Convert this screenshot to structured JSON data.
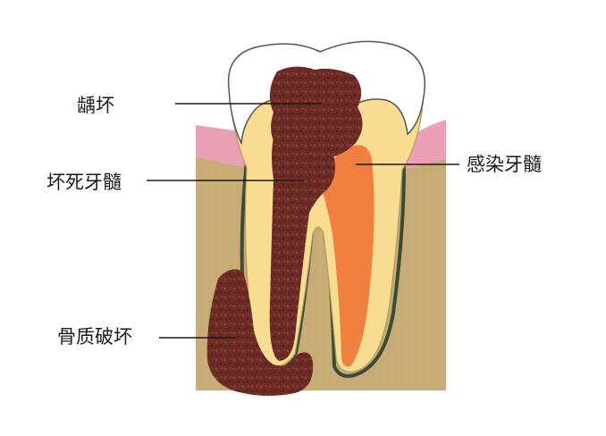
{
  "labels": {
    "caries": "龋坏",
    "necrotic_pulp": "坏死牙髓",
    "infected_pulp": "感染牙髓",
    "bone_destruction": "骨质破坏"
  },
  "colors": {
    "bone": "#c8ac78",
    "gum": "#eca0b6",
    "enamel": "#ffffff",
    "dentin": "#f7dc92",
    "decay": "#6c2b24",
    "infected": "#f08040",
    "periodontal_line": "#3d4a37",
    "leader_line": "#1a1a1a"
  }
}
